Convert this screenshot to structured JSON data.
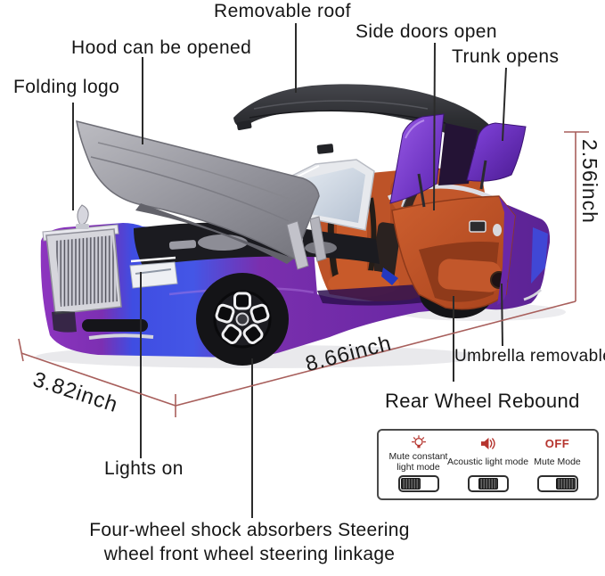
{
  "labels": {
    "removable_roof": "Removable roof",
    "hood_open": "Hood can be opened",
    "side_doors_open": "Side doors open",
    "trunk_opens": "Trunk opens",
    "folding_logo": "Folding logo",
    "umbrella_removable": "Umbrella removable",
    "rear_wheel_rebound": "Rear Wheel Rebound",
    "lights_on": "Lights on"
  },
  "dimensions": {
    "height": "2.56inch",
    "width": "3.82inch",
    "length": "8.66inch"
  },
  "caption": {
    "line1": "Four-wheel shock absorbers Steering",
    "line2": "wheel front wheel steering linkage"
  },
  "mode_panel": {
    "modes": [
      {
        "icon": "lightbulb-icon",
        "label_lines": [
          "Mute constant",
          "light mode"
        ],
        "switch_position": "left"
      },
      {
        "icon": "speaker-icon",
        "label_lines": [
          "Acoustic light mode"
        ],
        "switch_position": "center"
      },
      {
        "icon": "off-text",
        "off_text": "OFF",
        "label_lines": [
          "Mute Mode"
        ],
        "switch_position": "right"
      }
    ]
  },
  "colors": {
    "annotation_line": "#2b2b2b",
    "dimension_line": "#a85f5c",
    "accent_red": "#b5342e",
    "body_purple": "#7a2fae",
    "body_blue": "#3f4de2",
    "interior_orange": "#c2572b",
    "roof_black": "#2a2b2e",
    "hood_grey": "#9b9ba2",
    "trunk_purple": "#7a3ad8"
  }
}
